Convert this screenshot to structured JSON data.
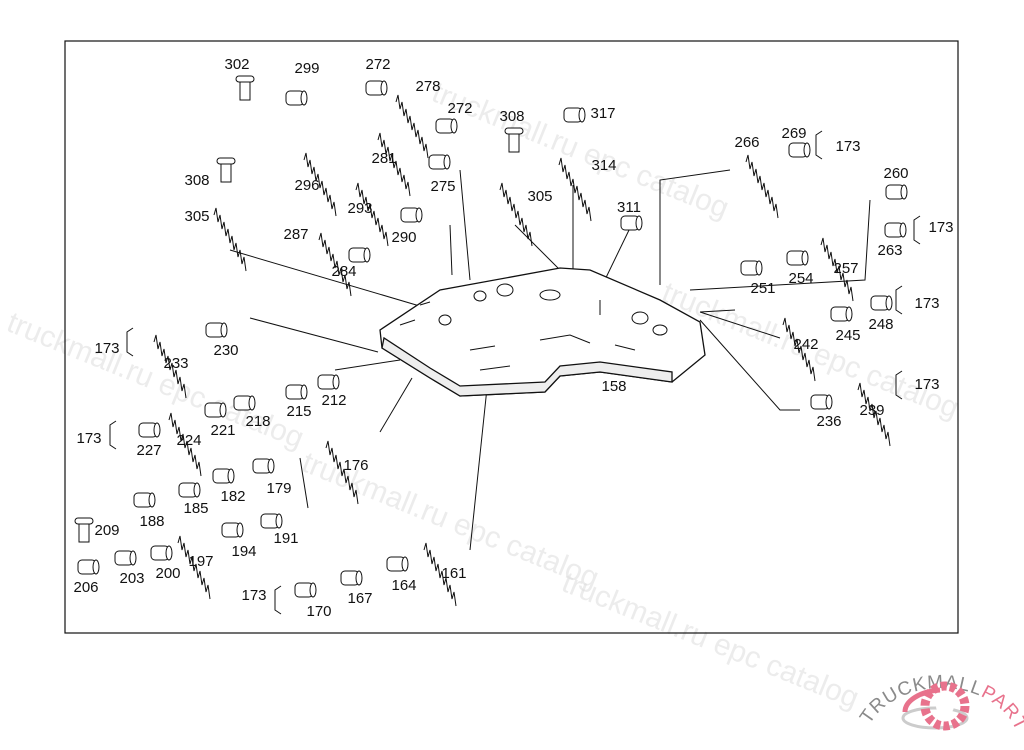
{
  "diagram": {
    "part_labels": [
      "302",
      "299",
      "272",
      "278",
      "272",
      "308",
      "317",
      "281",
      "314",
      "266",
      "269",
      "173",
      "296",
      "275",
      "305",
      "260",
      "308",
      "293",
      "311",
      "173",
      "305",
      "287",
      "290",
      "263",
      "284",
      "257",
      "254",
      "251",
      "173",
      "248",
      "245",
      "242",
      "173",
      "230",
      "233",
      "158",
      "212",
      "215",
      "218",
      "221",
      "224",
      "173",
      "227",
      "173",
      "239",
      "236",
      "176",
      "179",
      "182",
      "185",
      "188",
      "209",
      "191",
      "194",
      "197",
      "200",
      "203",
      "206",
      "161",
      "164",
      "167",
      "173",
      "170"
    ],
    "watermark": "truckmall.ru epc catalog",
    "logo": {
      "text_grey": "TRUCKMALL",
      "text_pink": "PARTS",
      "accent": "#e8728c"
    }
  }
}
